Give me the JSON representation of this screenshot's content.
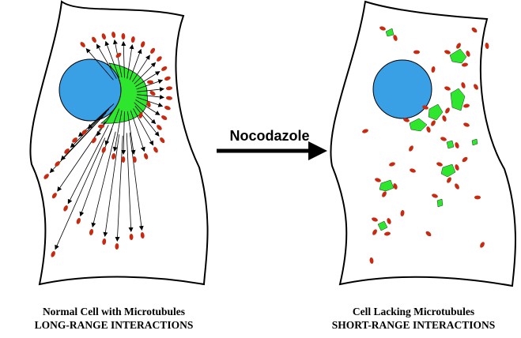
{
  "treatment": {
    "label": "Nocodazole"
  },
  "left_panel": {
    "caption_line1": "Normal Cell with Microtubules",
    "caption_line2": "LONG-RANGE INTERACTIONS"
  },
  "right_panel": {
    "caption_line1": "Cell Lacking Microtubules",
    "caption_line2": "SHORT-RANGE INTERACTIONS"
  },
  "colors": {
    "nucleus": "#3aa0e6",
    "golgi": "#2ee62e",
    "vesicle": "#c62a10",
    "outline": "#000000"
  }
}
